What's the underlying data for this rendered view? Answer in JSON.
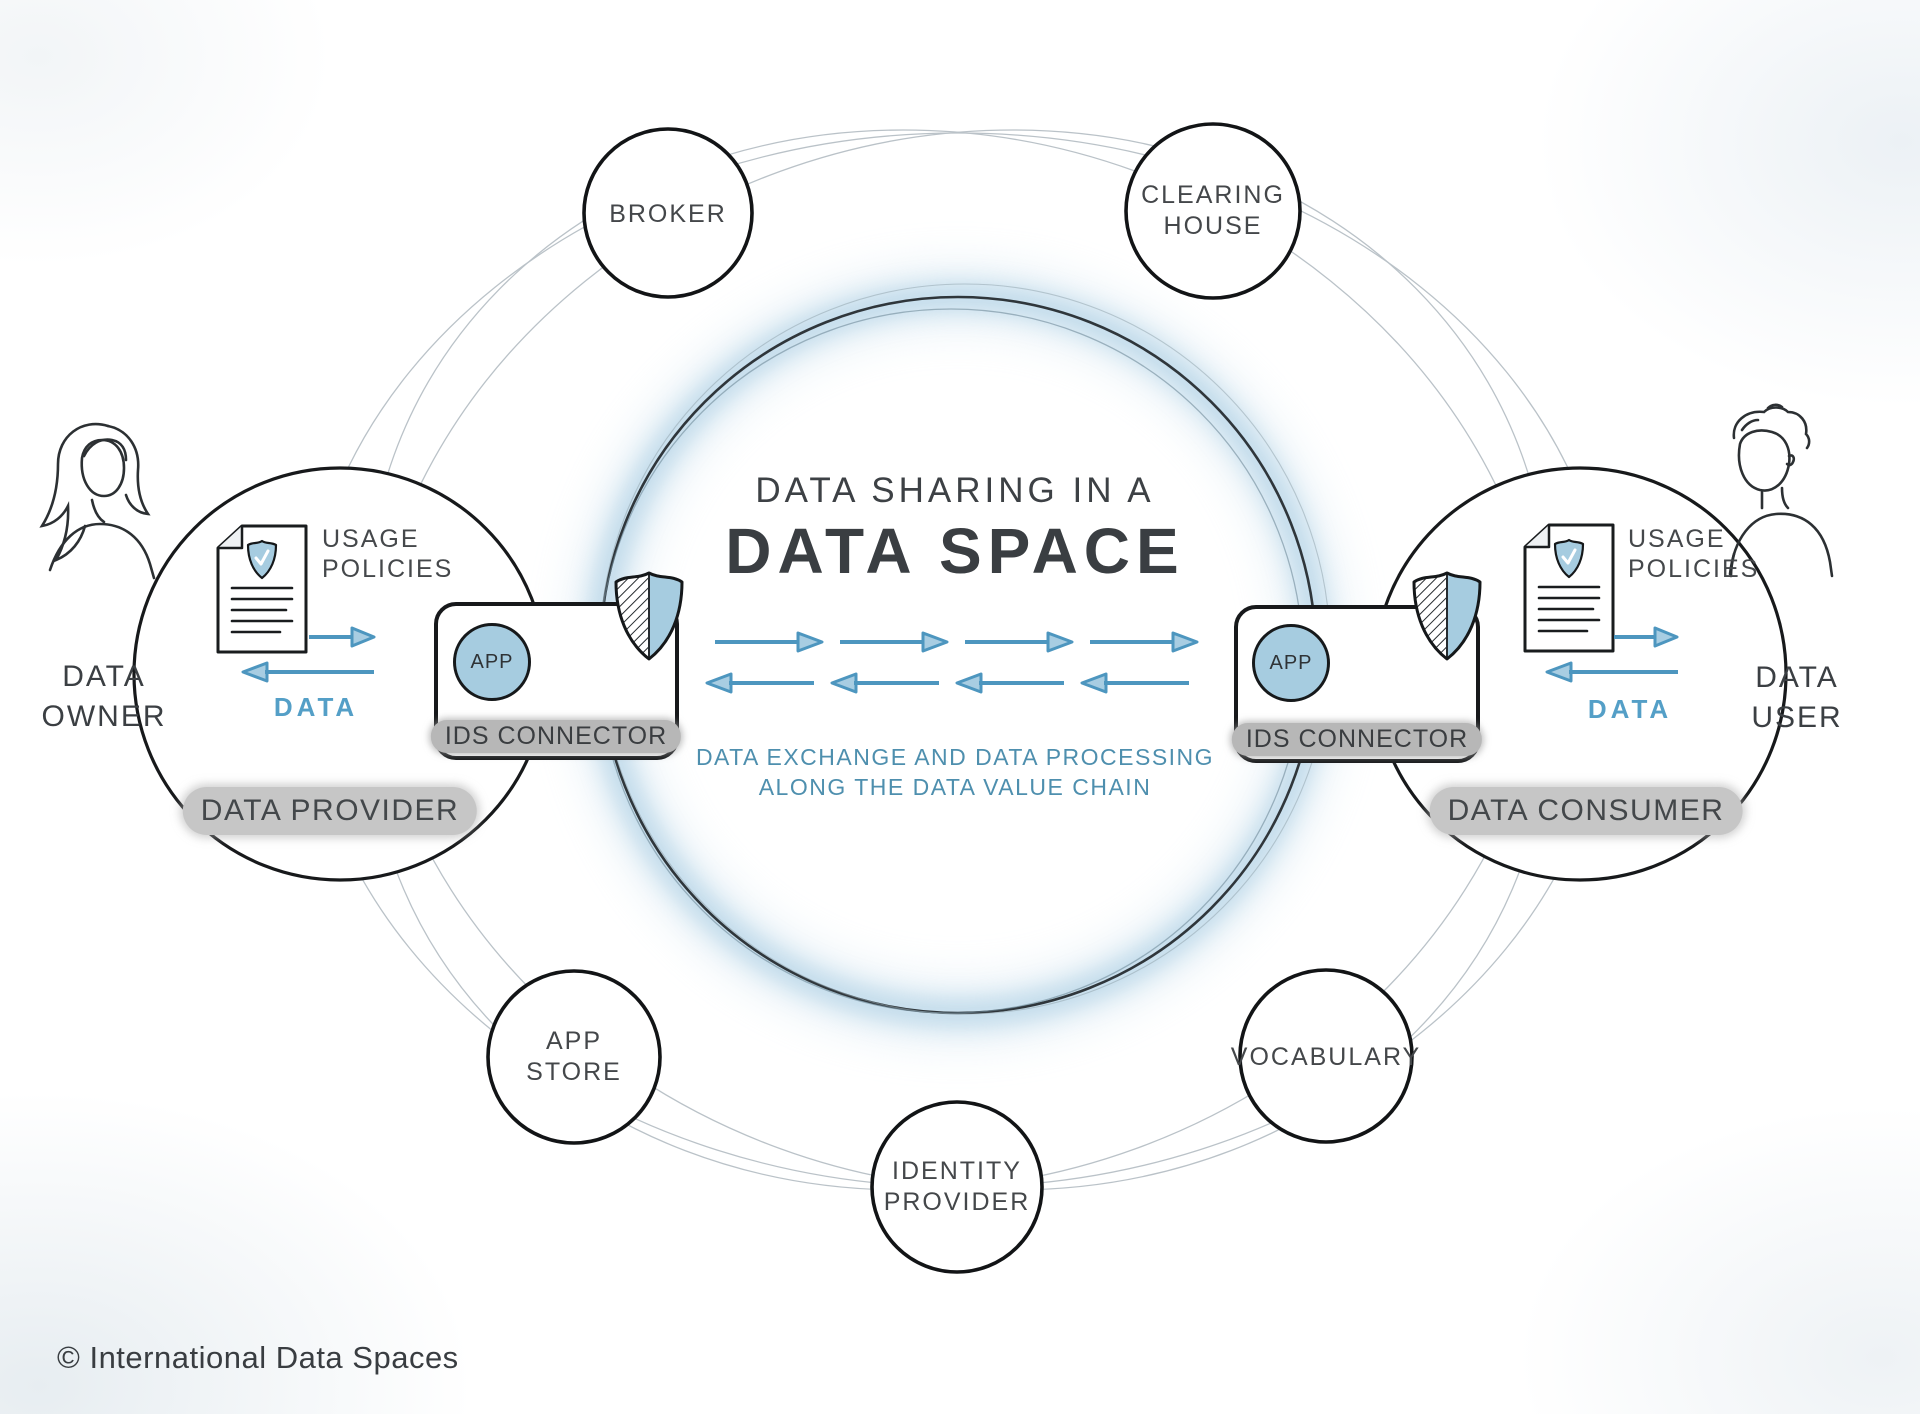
{
  "title": {
    "line1": "DATA SHARING IN A",
    "line2": "DATA SPACE"
  },
  "center_description": {
    "line1": "DATA EXCHANGE AND DATA PROCESSING",
    "line2": "ALONG THE DATA VALUE CHAIN"
  },
  "satellites": {
    "broker": {
      "label": "BROKER"
    },
    "clearing_house": {
      "line1": "CLEARING",
      "line2": "HOUSE"
    },
    "app_store": {
      "line1": "APP",
      "line2": "STORE"
    },
    "identity_provider": {
      "line1": "IDENTITY",
      "line2": "PROVIDER"
    },
    "vocabulary": {
      "label": "VOCABULARY"
    }
  },
  "provider_side": {
    "actor": {
      "line1": "DATA",
      "line2": "OWNER"
    },
    "document_label": {
      "line1": "USAGE",
      "line2": "POLICIES"
    },
    "data_flow_label": "DATA",
    "connector": {
      "app_label": "APP",
      "label": "IDS CONNECTOR"
    },
    "role_label": "DATA PROVIDER"
  },
  "consumer_side": {
    "actor": {
      "line1": "DATA",
      "line2": "USER"
    },
    "document_label": {
      "line1": "USAGE",
      "line2": "POLICIES"
    },
    "data_flow_label": "DATA",
    "connector": {
      "app_label": "APP",
      "label": "IDS CONNECTOR"
    },
    "role_label": "DATA CONSUMER"
  },
  "footer": {
    "copyright": "© International Data Spaces"
  },
  "colors": {
    "accent_blue": "#4d96bf",
    "light_blue": "#a6cce0",
    "glow_blue": "#8fbeda",
    "text_blue": "#4e8fae",
    "text_dark": "#3e4246",
    "pill_gray": "#c6c6c6"
  }
}
